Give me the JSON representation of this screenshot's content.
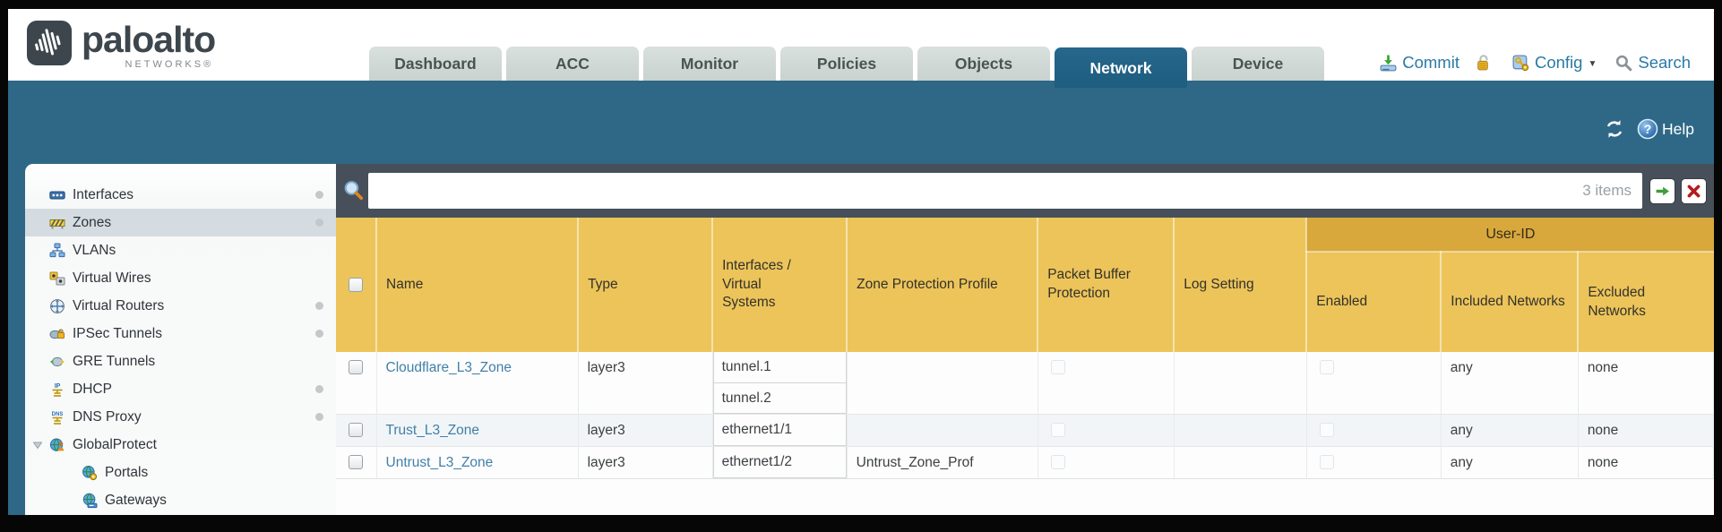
{
  "header": {
    "logo": {
      "brand": "paloalto",
      "sub": "NETWORKS®"
    },
    "tabs": [
      {
        "label": "Dashboard",
        "active": false
      },
      {
        "label": "ACC",
        "active": false
      },
      {
        "label": "Monitor",
        "active": false
      },
      {
        "label": "Policies",
        "active": false
      },
      {
        "label": "Objects",
        "active": false
      },
      {
        "label": "Network",
        "active": true
      },
      {
        "label": "Device",
        "active": false
      }
    ],
    "actions": {
      "commit": "Commit",
      "config": "Config",
      "search": "Search"
    }
  },
  "band": {
    "help_label": "Help"
  },
  "sidebar": {
    "items": [
      {
        "label": "Interfaces",
        "icon": "interfaces-icon",
        "dot": true,
        "indent": 0,
        "selected": false,
        "expander": false
      },
      {
        "label": "Zones",
        "icon": "zones-icon",
        "dot": true,
        "indent": 0,
        "selected": true,
        "expander": false
      },
      {
        "label": "VLANs",
        "icon": "vlans-icon",
        "dot": false,
        "indent": 0,
        "selected": false,
        "expander": false
      },
      {
        "label": "Virtual Wires",
        "icon": "virtual-wires-icon",
        "dot": false,
        "indent": 0,
        "selected": false,
        "expander": false
      },
      {
        "label": "Virtual Routers",
        "icon": "virtual-routers-icon",
        "dot": true,
        "indent": 0,
        "selected": false,
        "expander": false
      },
      {
        "label": "IPSec Tunnels",
        "icon": "ipsec-tunnels-icon",
        "dot": true,
        "indent": 0,
        "selected": false,
        "expander": false
      },
      {
        "label": "GRE Tunnels",
        "icon": "gre-tunnels-icon",
        "dot": false,
        "indent": 0,
        "selected": false,
        "expander": false
      },
      {
        "label": "DHCP",
        "icon": "dhcp-icon",
        "dot": true,
        "indent": 0,
        "selected": false,
        "expander": false
      },
      {
        "label": "DNS Proxy",
        "icon": "dns-proxy-icon",
        "dot": true,
        "indent": 0,
        "selected": false,
        "expander": false
      },
      {
        "label": "GlobalProtect",
        "icon": "globalprotect-icon",
        "dot": false,
        "indent": 0,
        "selected": false,
        "expander": true
      },
      {
        "label": "Portals",
        "icon": "portals-icon",
        "dot": false,
        "indent": 1,
        "selected": false,
        "expander": false
      },
      {
        "label": "Gateways",
        "icon": "gateways-icon",
        "dot": false,
        "indent": 1,
        "selected": false,
        "expander": false
      }
    ]
  },
  "toolbar": {
    "search_value": "",
    "search_placeholder": "",
    "items_count": "3 items"
  },
  "table": {
    "user_id_group_label": "User-ID",
    "columns": [
      "Name",
      "Type",
      "Interfaces / Virtual Systems",
      "Zone Protection Profile",
      "Packet Buffer Protection",
      "Log Setting",
      "Enabled",
      "Included Networks",
      "Excluded Networks"
    ],
    "rows": [
      {
        "name": "Cloudflare_L3_Zone",
        "type": "layer3",
        "interfaces": [
          "tunnel.1",
          "tunnel.2"
        ],
        "zone_protection_profile": "",
        "log_setting": "",
        "packet_buffer_protection_checked": false,
        "enabled_checked": false,
        "included_networks": "any",
        "excluded_networks": "none"
      },
      {
        "name": "Trust_L3_Zone",
        "type": "layer3",
        "interfaces": [
          "ethernet1/1"
        ],
        "zone_protection_profile": "",
        "log_setting": "",
        "packet_buffer_protection_checked": false,
        "enabled_checked": false,
        "included_networks": "any",
        "excluded_networks": "none"
      },
      {
        "name": "Untrust_L3_Zone",
        "type": "layer3",
        "interfaces": [
          "ethernet1/2"
        ],
        "zone_protection_profile": "Untrust_Zone_Prof",
        "log_setting": "",
        "packet_buffer_protection_checked": false,
        "enabled_checked": false,
        "included_networks": "any",
        "excluded_networks": "none"
      }
    ]
  },
  "colors": {
    "band_teal": "#2e6886",
    "active_tab": "#1d5d7f",
    "toolbar_slate": "#47505a",
    "header_gold": "#ecc45a",
    "user_id_gold": "#d8a83c",
    "link_blue": "#4080a8",
    "selected_row": "#d4dce1"
  }
}
